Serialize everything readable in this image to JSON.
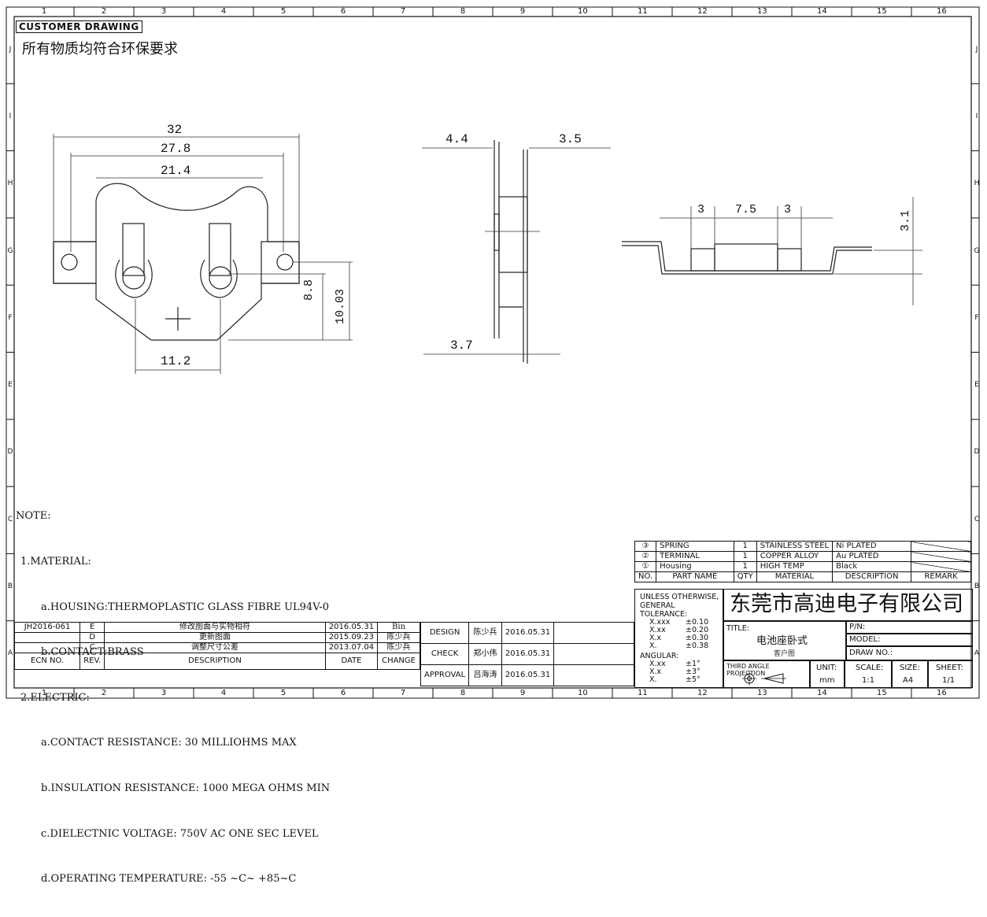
{
  "header": {
    "customer_drawing": "CUSTOMER DRAWING",
    "env_note": "所有物质均符合环保要求"
  },
  "border": {
    "columns": [
      "1",
      "2",
      "3",
      "4",
      "5",
      "6",
      "7",
      "8",
      "9",
      "10",
      "11",
      "12",
      "13",
      "14",
      "15",
      "16"
    ],
    "rows": [
      "J",
      "I",
      "H",
      "G",
      "F",
      "E",
      "D",
      "C",
      "B",
      "A"
    ]
  },
  "dimensions": {
    "top_view": {
      "overall": "32",
      "inner": "27.8",
      "battery": "21.4",
      "contact_pitch": "11.2",
      "height_a": "8.8",
      "height_b": "10.03"
    },
    "side_view": {
      "left": "4.4",
      "right": "3.5",
      "bottom": "3.7"
    },
    "terminal_view": {
      "seg_a": "3",
      "seg_b": "7.5",
      "seg_c": "3",
      "height": "3.1"
    }
  },
  "notes": {
    "title": "NOTE:",
    "material": "1.MATERIAL:",
    "housing": "a.HOUSING:THERMOPLASTIC GLASS FIBRE UL94V-0",
    "contact": "b.CONTACT:BRASS",
    "electric": "2.ELECTRIC:",
    "contact_resistance": "a.CONTACT RESISTANCE: 30 MILLIOHMS MAX",
    "insulation": "b.INSULATION RESISTANCE: 1000 MEGA OHMS MIN",
    "dielectric": "c.DIELECTNIC VOLTAGE: 750V AC ONE SEC LEVEL",
    "temperature": "d.OPERATING TEMPERATURE: -55 ~C~ +85~C"
  },
  "revisions": {
    "rows": [
      {
        "ecn": "JH2016-061",
        "rev": "E",
        "desc": "修改图面与实物相符",
        "date": "2016.05.31",
        "by": "Bin"
      },
      {
        "ecn": "",
        "rev": "D",
        "desc": "更新图面",
        "date": "2015.09.23",
        "by": "陈少兵"
      },
      {
        "ecn": "",
        "rev": "C",
        "desc": "调整尺寸公差",
        "date": "2013.07.04",
        "by": "陈少兵"
      }
    ],
    "head": {
      "ecn": "ECN NO.",
      "rev": "REV.",
      "desc": "DESCRIPTION",
      "date": "DATE",
      "change": "CHANGE"
    }
  },
  "approvals": [
    {
      "label": "DESIGN",
      "name": "陈少兵",
      "date": "2016.05.31"
    },
    {
      "label": "CHECK",
      "name": "郑小伟",
      "date": "2016.05.31"
    },
    {
      "label": "APPROVAL",
      "name": "吕海涛",
      "date": "2016.05.31"
    }
  ],
  "bom": {
    "rows": [
      {
        "no": "③",
        "part": "SPRING",
        "qty": "1",
        "material": "STAINLESS STEEL",
        "desc": "Ni PLATED"
      },
      {
        "no": "②",
        "part": "TERMINAL",
        "qty": "1",
        "material": "COPPER ALLOY",
        "desc": "Au PLATED"
      },
      {
        "no": "①",
        "part": "Housing",
        "qty": "1",
        "material": "HIGH TEMP",
        "desc": "Black"
      }
    ],
    "head": {
      "no": "NO.",
      "part": "PART NAME",
      "qty": "QTY",
      "material": "MATERIAL",
      "desc": "DESCRIPTION",
      "remark": "REMARK"
    }
  },
  "tolerance": {
    "title1": "UNLESS OTHERWISE,",
    "title2": "GENERAL TOLERANCE:",
    "linear": [
      [
        "X.xxx",
        "±0.10"
      ],
      [
        "X.xx",
        "±0.20"
      ],
      [
        "X.x",
        "±0.30"
      ],
      [
        "X.",
        "±0.38"
      ]
    ],
    "angular_label": "ANGULAR:",
    "angular": [
      [
        "X.xx",
        "±1°"
      ],
      [
        "X.x",
        "±3°"
      ],
      [
        "X.",
        "±5°"
      ]
    ]
  },
  "titleblock": {
    "company": "东莞市高迪电子有限公司",
    "title_label": "TITLE:",
    "title": "电池座卧式",
    "subtitle": "客户图",
    "pn": "P/N:",
    "model": "MODEL:",
    "drawno": "DRAW NO.:",
    "projection": "THIRD ANGLE PROJECTION",
    "unit_label": "UNIT:",
    "unit": "mm",
    "scale_label": "SCALE:",
    "scale": "1:1",
    "size_label": "SIZE:",
    "size": "A4",
    "sheet_label": "SHEET:",
    "sheet": "1/1"
  }
}
